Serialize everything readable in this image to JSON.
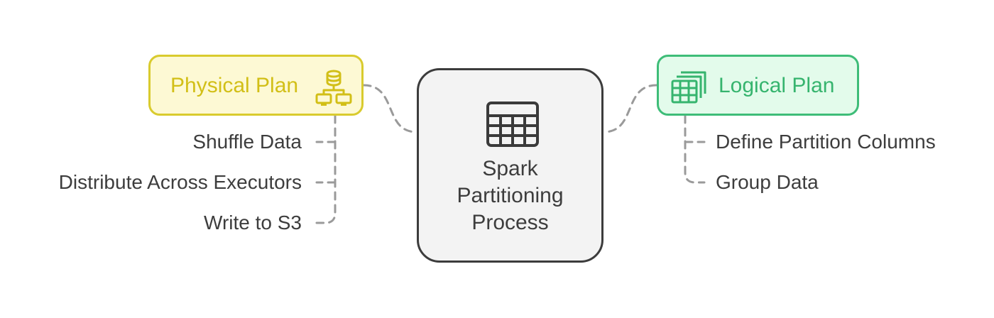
{
  "center": {
    "title": "Spark\nPartitioning\nProcess",
    "icon": "table-icon"
  },
  "physical_plan": {
    "label": "Physical Plan",
    "icon": "database-network-icon",
    "color": "#d2bf17",
    "items": [
      "Shuffle Data",
      "Distribute Across Executors",
      "Write to S3"
    ]
  },
  "logical_plan": {
    "label": "Logical Plan",
    "icon": "stacked-tables-icon",
    "color": "#36b46e",
    "items": [
      "Define Partition Columns",
      "Group Data"
    ]
  }
}
